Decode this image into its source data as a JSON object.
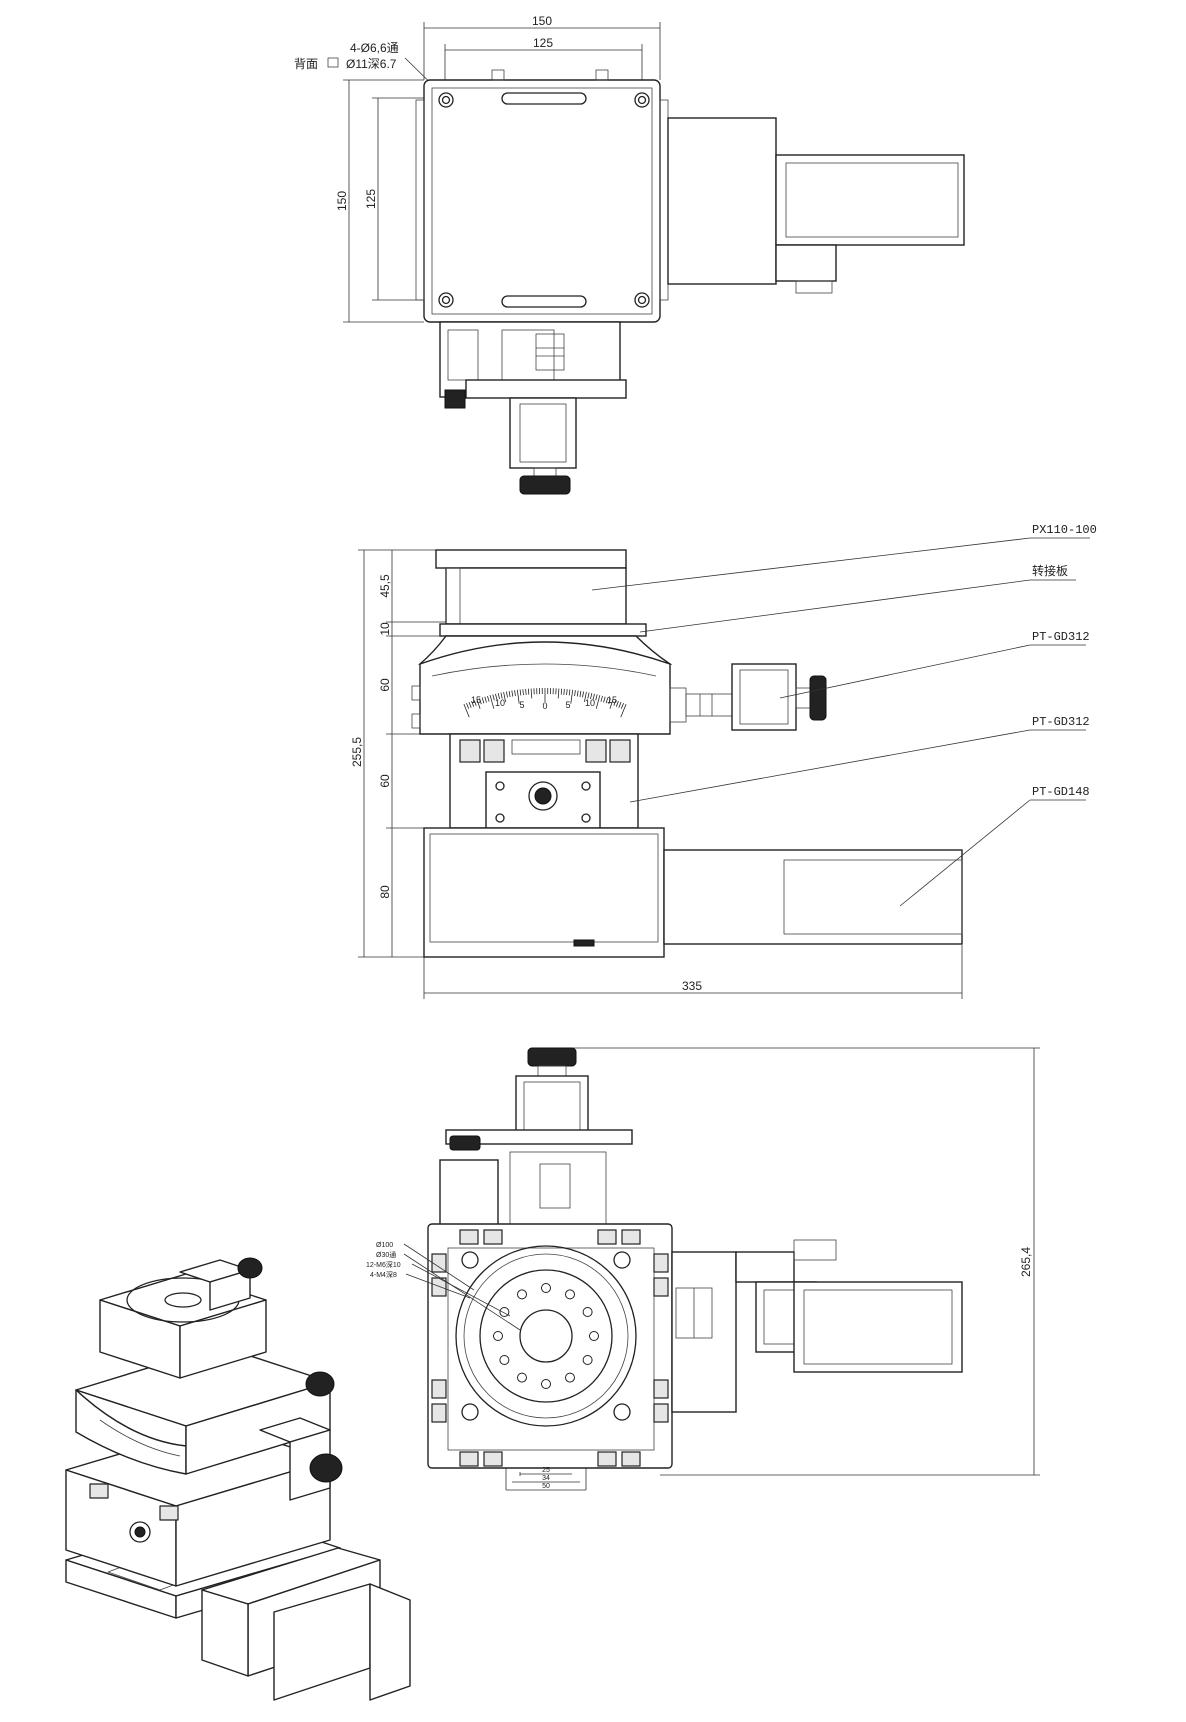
{
  "top_view": {
    "dim_width_outer": "150",
    "dim_width_inner": "125",
    "dim_height_outer": "150",
    "dim_height_inner": "125",
    "hole_note_line1": "4-Ø6,6通",
    "hole_note_line2": "Ø11深6.7",
    "hole_note_prefix": "背面"
  },
  "front_view": {
    "dim_45_5": "45,5",
    "dim_10": "10",
    "dim_60_upper": "60",
    "dim_60_lower": "60",
    "dim_80": "80",
    "dim_total_height": "255,5",
    "dim_total_width": "335",
    "scale_ticks": [
      "15",
      "10",
      "5",
      "0",
      "5",
      "10",
      "15"
    ],
    "callouts": [
      {
        "label": "PX110-100"
      },
      {
        "label": "转接板"
      },
      {
        "label": "PT-GD312"
      },
      {
        "label": "PT-GD312"
      },
      {
        "label": "PT-GD148"
      }
    ]
  },
  "bottom_view": {
    "dim_total_height": "265,4",
    "hole_labels": [
      "Ø100",
      "Ø30通",
      "12-M6深10",
      "4-M4深8"
    ],
    "dim_bottom": [
      "25",
      "34",
      "50"
    ]
  }
}
